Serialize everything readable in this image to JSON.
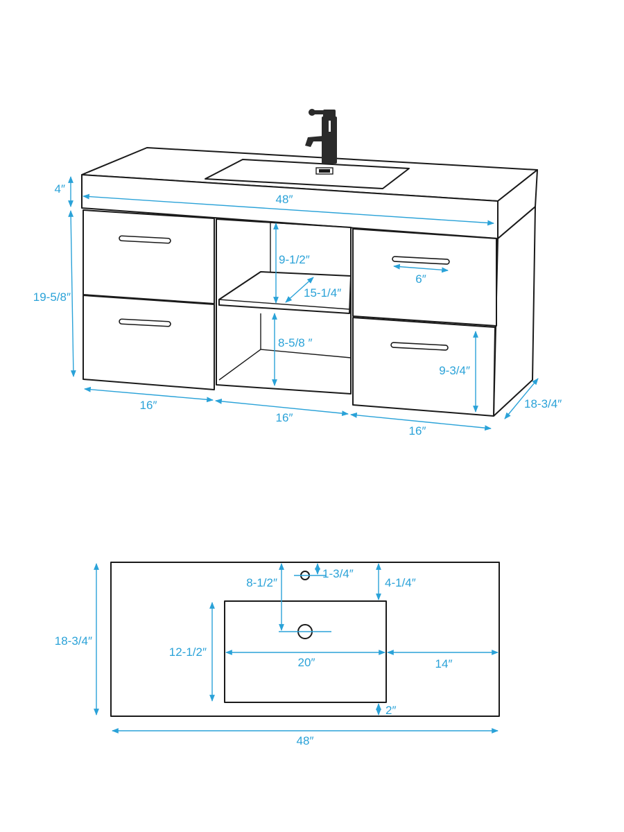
{
  "front_view": {
    "top_thickness": "4″",
    "total_width": "48″",
    "cabinet_height": "19-5/8″",
    "upper_opening_height": "9-1/2″",
    "shelf_depth": "15-1/4″",
    "lower_opening_height": "8-5/8 ″",
    "handle_length": "6″",
    "drawer_height": "9-3/4″",
    "depth": "18-3/4″",
    "section_left_width": "16″",
    "section_middle_width": "16″",
    "section_right_width": "16″"
  },
  "top_view": {
    "faucet_to_basin": "8-1/2″",
    "faucet_hole_from_back": "1-3/4″",
    "basin_from_back": "4-1/4″",
    "depth": "18-3/4″",
    "basin_depth": "12-1/2″",
    "basin_width": "20″",
    "basin_to_right_edge": "14″",
    "basin_from_front": "2″",
    "total_width": "48″"
  }
}
